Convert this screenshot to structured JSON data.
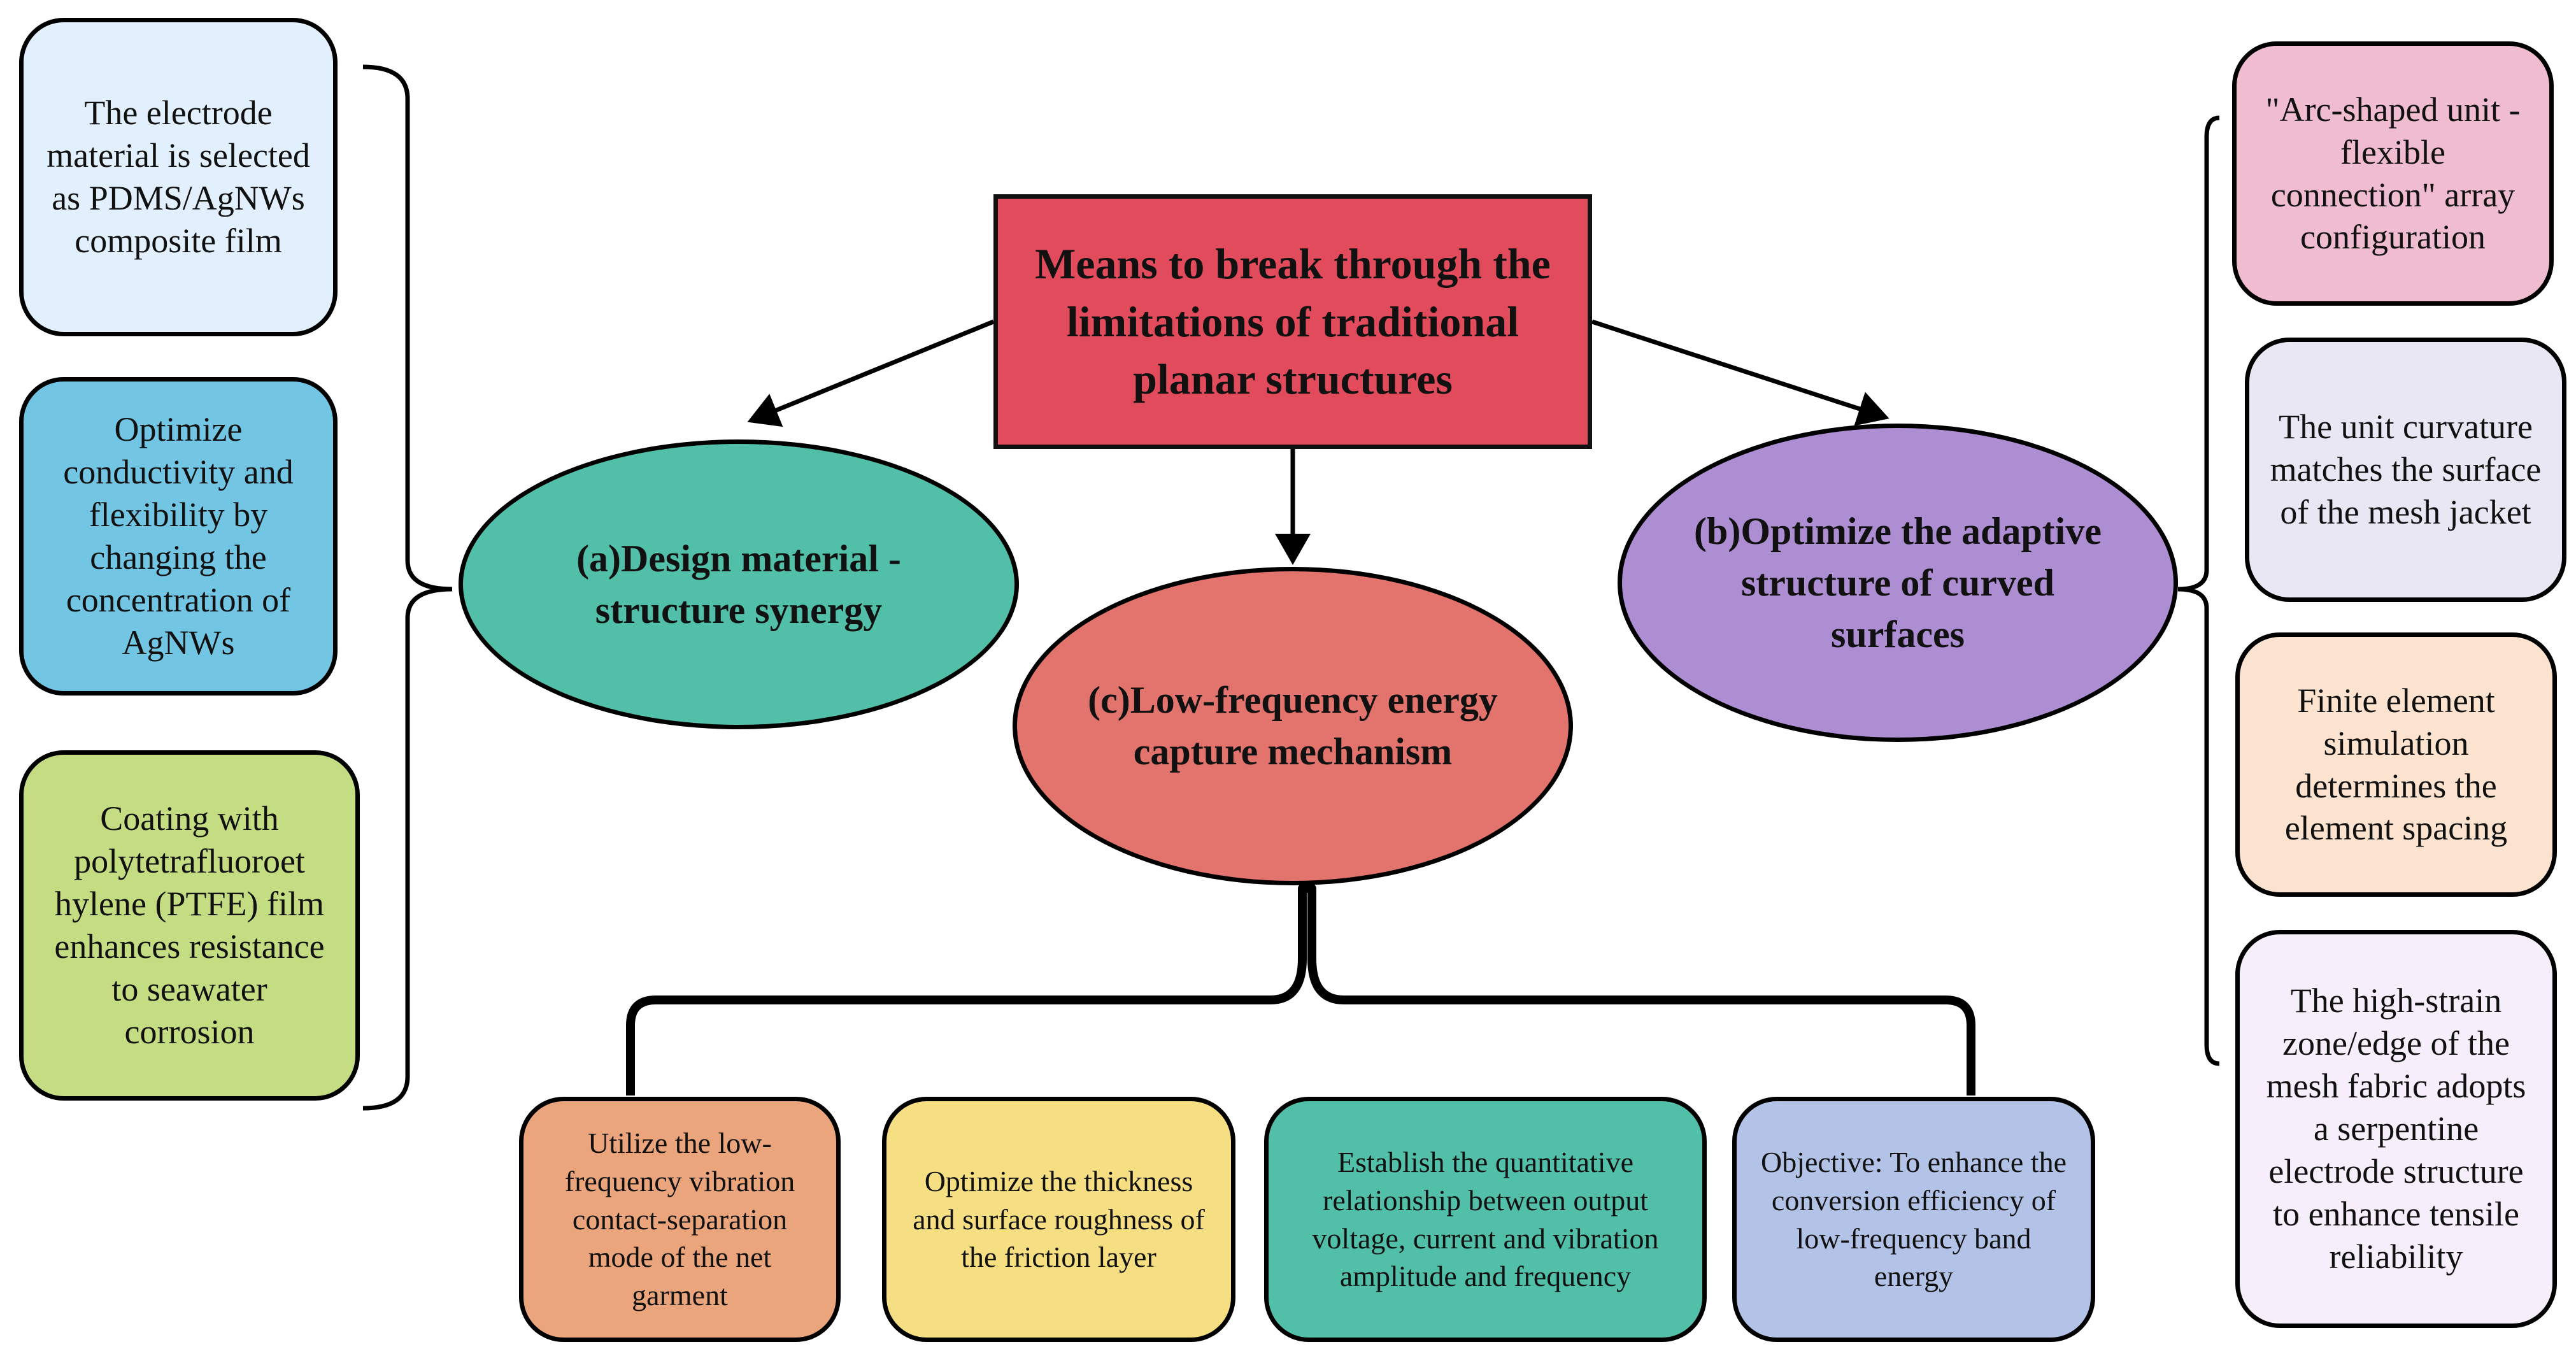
{
  "colors": {
    "center": "#e14b5c",
    "ellipse_a": "#52bfa8",
    "ellipse_b": "#ae8ed2",
    "ellipse_c": "#e2736d",
    "left_1": "#e2f0fd",
    "left_2": "#72c5e3",
    "left_3": "#c4dd82",
    "right_1": "#efbcd0",
    "right_2": "#e9e7f4",
    "right_3": "#fbe3cf",
    "right_4": "#f6eefb",
    "bottom_1": "#eaa57c",
    "bottom_2": "#f6df82",
    "bottom_3": "#52bfa8",
    "bottom_4": "#b3c3e8",
    "line": "#000000"
  },
  "center": {
    "title": "Means to break through the limitations of traditional planar structures"
  },
  "branches": {
    "a": {
      "label": "(a)Design material -structure synergy"
    },
    "b": {
      "label": "(b)Optimize the adaptive structure of curved surfaces"
    },
    "c": {
      "label": "(c)Low-frequency energy capture mechanism"
    }
  },
  "left_boxes": [
    {
      "text": "The electrode material is selected as PDMS/AgNWs composite film"
    },
    {
      "text": "Optimize conductivity and flexibility by changing the concentration of AgNWs"
    },
    {
      "text": "Coating with polytetrafluoroet hylene (PTFE) film enhances resistance to seawater corrosion"
    }
  ],
  "right_boxes": [
    {
      "text": "\"Arc-shaped unit - flexible connection\" array configuration"
    },
    {
      "text": "The unit curvature matches the surface of the mesh jacket"
    },
    {
      "text": "Finite element simulation determines the element spacing"
    },
    {
      "text": "The high-strain zone/edge of the mesh fabric adopts a serpentine electrode structure to enhance tensile reliability"
    }
  ],
  "bottom_boxes": [
    {
      "text": "Utilize the low-frequency vibration contact-separation mode of the net garment"
    },
    {
      "text": "Optimize the thickness and surface roughness of the friction layer"
    },
    {
      "text": "Establish the quantitative relationship between output voltage, current and vibration amplitude and frequency"
    },
    {
      "text": "Objective: To enhance the conversion efficiency of low-frequency band energy"
    }
  ]
}
